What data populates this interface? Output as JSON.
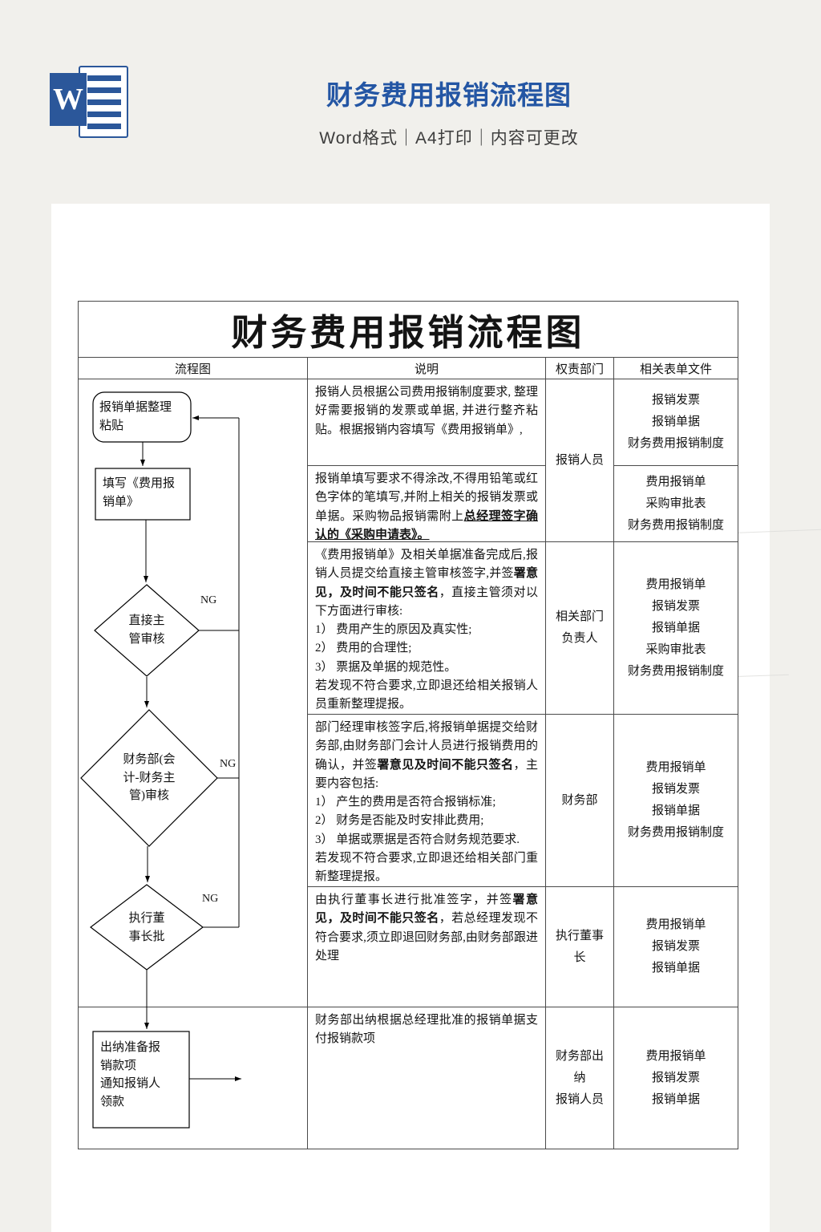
{
  "header": {
    "logo_letter": "W",
    "title": "财务费用报销流程图",
    "subtitle": "Word格式｜A4打印｜内容可更改"
  },
  "table": {
    "title": "财务费用报销流程图",
    "col_flow": "流程图",
    "col_desc": "说明",
    "col_dept": "权责部门",
    "col_forms": "相关表单文件",
    "rows": [
      {
        "desc": [
          {
            "t": "报销人员根据公司费用报销制度要求, 整理好需要报销的发票或单据, 并进行整齐粘贴。根据报销内容填写《费用报销单》,"
          }
        ],
        "dept": "报销人员",
        "forms": "报销发票\n报销单据\n财务费用报销制度"
      },
      {
        "desc": [
          {
            "t": "报销单填写要求不得涂改,不得用铅笔或红色字体的笔填写,并附上相关的报销发票或单据。采购物品报销需附上"
          },
          {
            "t": "总经理签字确认的《采购申请表》。",
            "b": true,
            "u": true
          }
        ],
        "forms": "费用报销单\n采购审批表\n财务费用报销制度"
      },
      {
        "desc": [
          {
            "t": "《费用报销单》及相关单据准备完成后,报销人员提交给直接主管审核签字,并签"
          },
          {
            "t": "署意见，及时间不能只签名",
            "b": true
          },
          {
            "t": "，直接主管须对以下方面进行审核:\n1） 费用产生的原因及真实性;\n2） 费用的合理性;\n3） 票据及单据的规范性。\n若发现不符合要求,立即退还给相关报销人员重新整理提报。"
          }
        ],
        "dept": "相关部门\n负责人",
        "forms": "费用报销单\n报销发票\n报销单据\n采购审批表\n财务费用报销制度"
      },
      {
        "desc": [
          {
            "t": "部门经理审核签字后,将报销单据提交给财务部,由财务部门会计人员进行报销费用的确认，并签"
          },
          {
            "t": "署意见及时间不能只签名",
            "b": true
          },
          {
            "t": "，主要内容包括:\n1） 产生的费用是否符合报销标准;\n2） 财务是否能及时安排此费用;\n3） 单据或票据是否符合财务规范要求.\n若发现不符合要求,立即退还给相关部门重新整理提报。"
          }
        ],
        "dept": "财务部",
        "forms": "费用报销单\n报销发票\n报销单据\n财务费用报销制度"
      },
      {
        "desc": [
          {
            "t": "由执行董事长进行批准签字，并签"
          },
          {
            "t": "署意见，及时间不能只签名",
            "b": true
          },
          {
            "t": "，若总经理发现不符合要求,须立即退回财务部,由财务部跟进处理"
          }
        ],
        "dept": "执行董事\n长",
        "forms": "费用报销单\n报销发票\n报销单据"
      },
      {
        "desc": [
          {
            "t": "财务部出纳根据总经理批准的报销单据支付报销款项"
          }
        ],
        "dept": "财务部出\n纳\n报销人员",
        "forms": "费用报销单\n报销发票\n报销单据"
      }
    ]
  },
  "flowchart": {
    "node1": "报销单据整理\n粘贴",
    "node2": "填写《费用报\n销单》",
    "node3": "直接主\n管审核",
    "node4": "财务部(会\n计-财务主\n管)审核",
    "node5": "执行董\n事长批",
    "node6": "出纳准备报\n销款项\n通知报销人\n领款",
    "ng": "NG"
  }
}
